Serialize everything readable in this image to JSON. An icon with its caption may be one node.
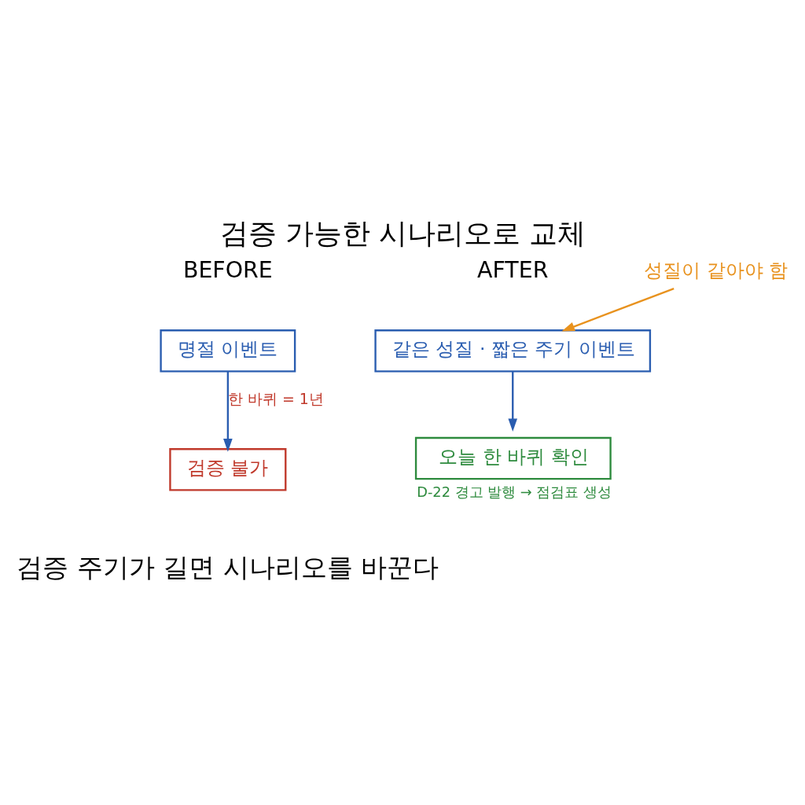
{
  "diagram": {
    "title": "검증 가능한 시나리오로 교체",
    "caption": "검증 주기가 길면 시나리오를 바꾼다",
    "nodes": [
      {
        "text": [
          "명절 이벤트"
        ]
      },
      {
        "text": [
          "검증 불가"
        ]
      },
      {
        "text": [
          "같은 성질 · 짧은 주기 이벤트"
        ]
      },
      {
        "text": [
          "오늘 한 바퀴 확인"
        ],
        "beside": [
          "D-22 경고 발행 → 점검표 생성"
        ]
      },
      {
        "text": [
          "성질이 같아야 함"
        ]
      }
    ],
    "edges": [
      {
        "from": 0,
        "to": 1,
        "arrow": "to",
        "label": "한 바퀴 = 1년"
      },
      {
        "from": 2,
        "to": 3,
        "arrow": "to"
      },
      {
        "from": 4,
        "to": 2,
        "arrow": "to",
        "color": "#e8921e"
      }
    ],
    "labels": [
      "BEFORE",
      "AFTER"
    ]
  }
}
